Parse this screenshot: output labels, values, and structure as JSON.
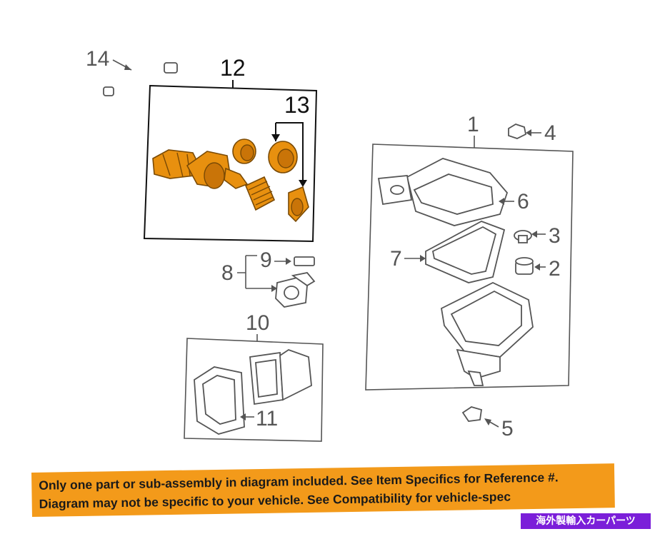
{
  "callouts": {
    "n1": "1",
    "n2": "2",
    "n3": "3",
    "n4": "4",
    "n5": "5",
    "n6": "6",
    "n7": "7",
    "n8": "8",
    "n9": "9",
    "n10": "10",
    "n11": "11",
    "n12": "12",
    "n13": "13",
    "n14": "14"
  },
  "banner": {
    "line1": "Only one part or sub-assembly in diagram included. See Item Specifics for Reference #.",
    "line2": "Diagram may not be specific to your vehicle. See Compatibility for vehicle-spec"
  },
  "shop_badge": "海外製輸入カーパーツ",
  "colors": {
    "highlight": "#e8900f",
    "banner": "#f39a1a",
    "badge": "#7b1fd9"
  }
}
